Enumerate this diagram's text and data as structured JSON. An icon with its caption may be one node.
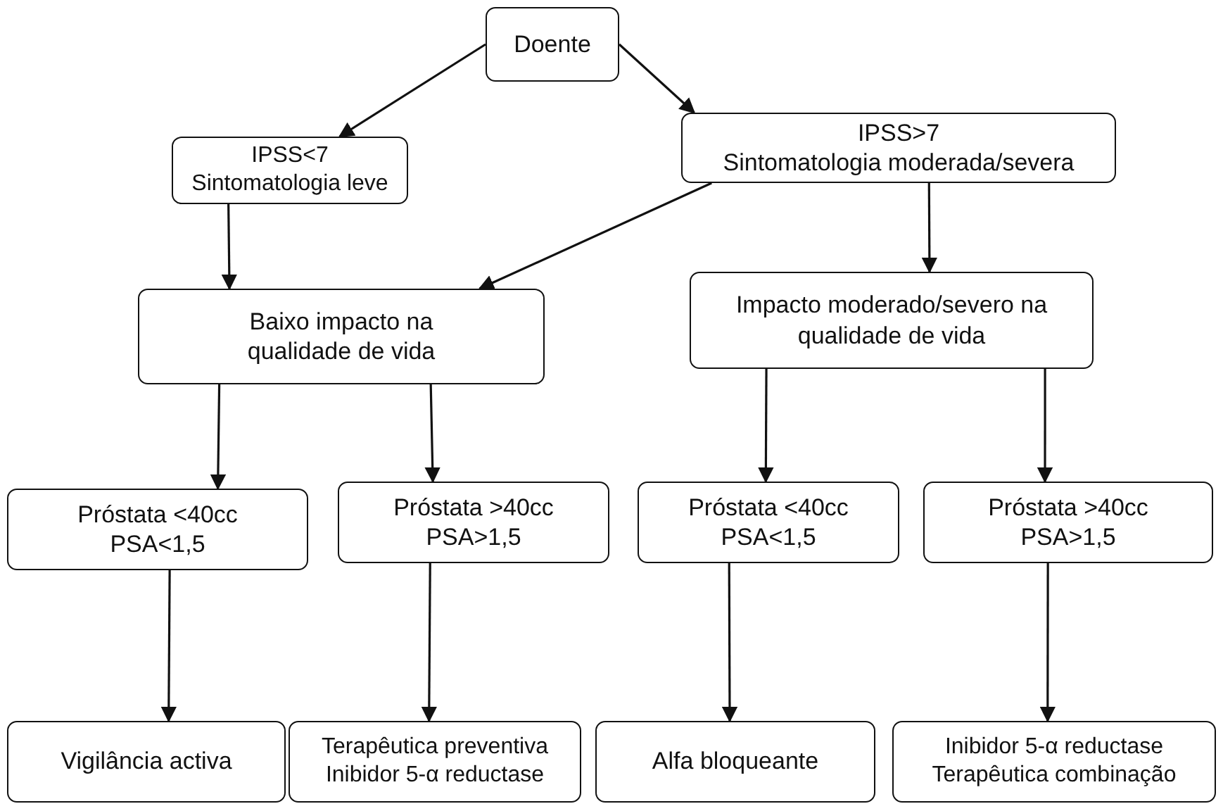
{
  "diagram": {
    "nodes": [
      {
        "text": [
          "Doente"
        ]
      },
      {
        "text": [
          "IPSS<7",
          "Sintomatologia leve"
        ]
      },
      {
        "text": [
          "IPSS>7",
          "Sintomatologia moderada/severa"
        ]
      },
      {
        "text": [
          "Baixo impacto na qualidade de vida"
        ]
      },
      {
        "text": [
          "Impacto moderado/severo na qualidade de vida"
        ]
      },
      {
        "text": [
          "Próstata <40cc",
          "PSA<1,5"
        ]
      },
      {
        "text": [
          "Próstata >40cc",
          "PSA>1,5"
        ]
      },
      {
        "text": [
          "Próstata <40cc",
          "PSA<1,5"
        ]
      },
      {
        "text": [
          "Próstata >40cc",
          "PSA>1,5"
        ]
      },
      {
        "text": [
          "Vigilância activa"
        ]
      },
      {
        "text": [
          "Terapêutica preventiva",
          "Inibidor 5-α reductase"
        ]
      },
      {
        "text": [
          "Alfa bloqueante"
        ]
      },
      {
        "text": [
          "Inibidor 5-α reductase",
          "Terapêutica combinação"
        ]
      }
    ],
    "edges": [
      {
        "from": 0,
        "to": 1,
        "arrow": "to"
      },
      {
        "from": 0,
        "to": 2,
        "arrow": "to"
      },
      {
        "from": 1,
        "to": 3,
        "arrow": "to"
      },
      {
        "from": 2,
        "to": 3,
        "arrow": "to"
      },
      {
        "from": 2,
        "to": 4,
        "arrow": "to"
      },
      {
        "from": 3,
        "to": 5,
        "arrow": "to"
      },
      {
        "from": 3,
        "to": 6,
        "arrow": "to"
      },
      {
        "from": 4,
        "to": 7,
        "arrow": "to"
      },
      {
        "from": 4,
        "to": 8,
        "arrow": "to"
      },
      {
        "from": 5,
        "to": 9,
        "arrow": "to"
      },
      {
        "from": 6,
        "to": 10,
        "arrow": "to"
      },
      {
        "from": 7,
        "to": 11,
        "arrow": "to"
      },
      {
        "from": 8,
        "to": 12,
        "arrow": "to"
      }
    ]
  }
}
